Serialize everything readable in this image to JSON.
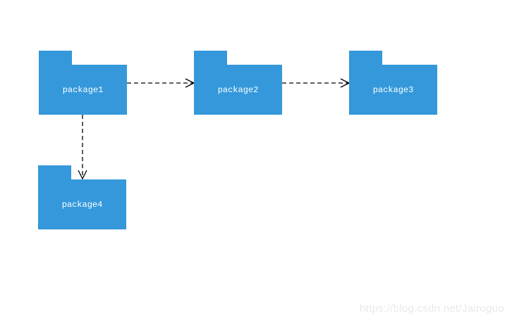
{
  "diagram": {
    "type": "uml-package-diagram",
    "nodes": [
      {
        "id": "package1",
        "label": "package1"
      },
      {
        "id": "package2",
        "label": "package2"
      },
      {
        "id": "package3",
        "label": "package3"
      },
      {
        "id": "package4",
        "label": "package4"
      }
    ],
    "edges": [
      {
        "from": "package1",
        "to": "package2",
        "style": "dashed",
        "arrowhead": "open"
      },
      {
        "from": "package2",
        "to": "package3",
        "style": "dashed",
        "arrowhead": "open"
      },
      {
        "from": "package1",
        "to": "package4",
        "style": "dashed",
        "arrowhead": "open"
      }
    ],
    "colors": {
      "node_fill": "#3498db",
      "node_label": "#ffffff",
      "edge_stroke": "#000000",
      "canvas_background": "#ffffff"
    }
  },
  "watermark": {
    "text": "https://blog.csdn.net/Jairoguo",
    "color": "#e9e9e9"
  }
}
